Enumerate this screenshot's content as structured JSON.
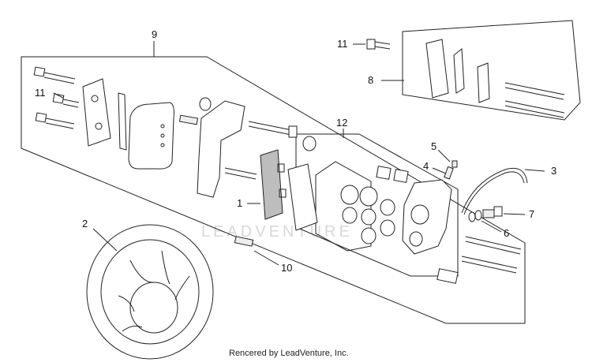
{
  "callouts": [
    {
      "id": "1",
      "label": "1"
    },
    {
      "id": "2",
      "label": "2"
    },
    {
      "id": "3",
      "label": "3"
    },
    {
      "id": "4",
      "label": "4"
    },
    {
      "id": "5",
      "label": "5"
    },
    {
      "id": "6",
      "label": "6"
    },
    {
      "id": "7",
      "label": "7"
    },
    {
      "id": "8",
      "label": "8"
    },
    {
      "id": "9",
      "label": "9"
    },
    {
      "id": "10",
      "label": "10"
    },
    {
      "id": "11a",
      "label": "11"
    },
    {
      "id": "11b",
      "label": "11"
    },
    {
      "id": "12",
      "label": "12"
    }
  ],
  "watermark": "LEADVENTURE",
  "footer": "Rencered by LeadVenture, Inc.",
  "colors": {
    "line": "#222222",
    "pad": "#bdbdbd",
    "background": "#ffffff"
  }
}
